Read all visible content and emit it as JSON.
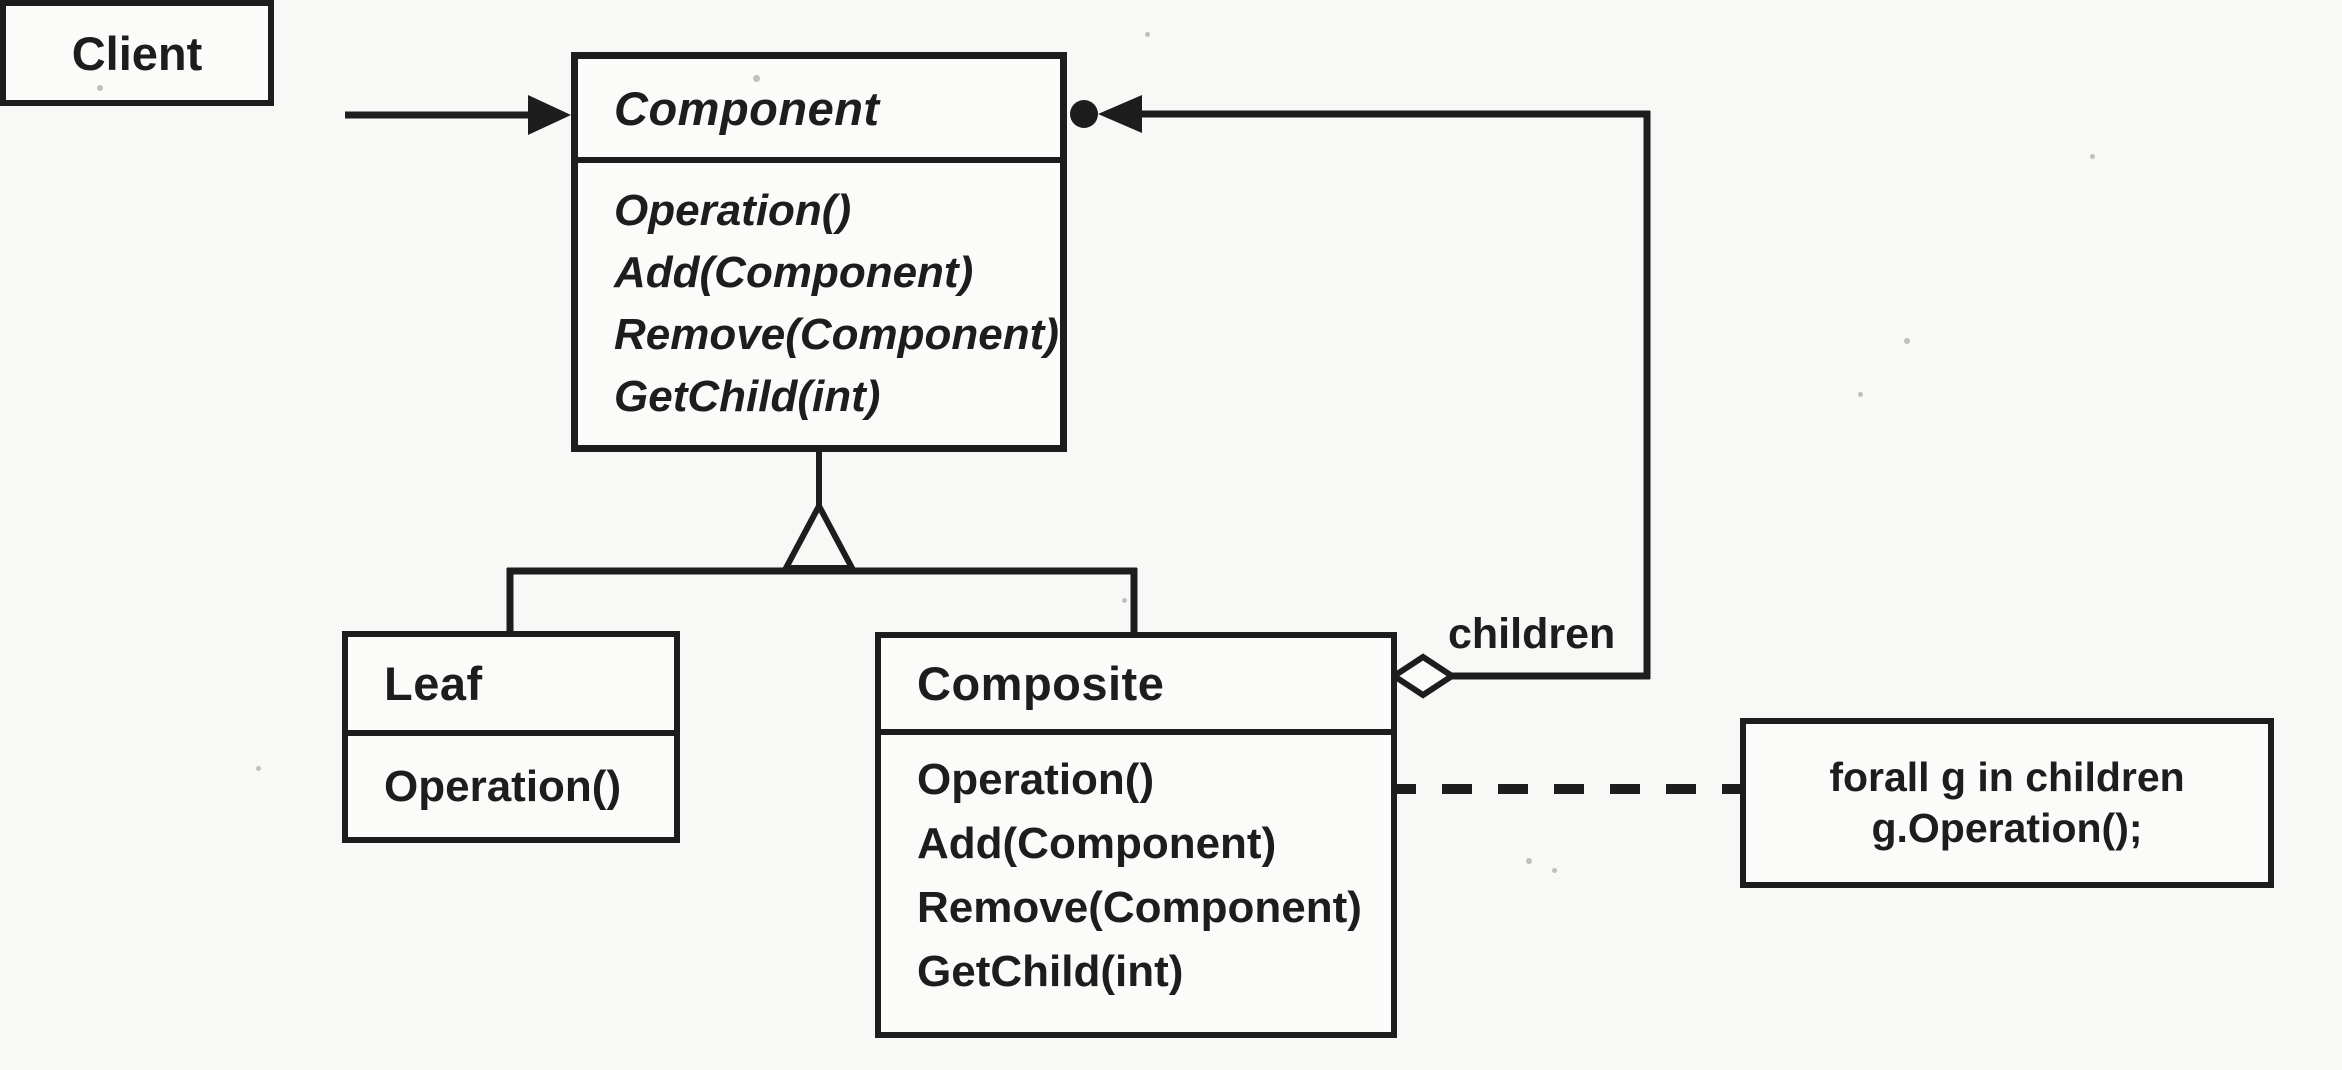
{
  "colors": {
    "paper": "#f8f8f6",
    "ink": "#1d1d1d"
  },
  "classes": {
    "client": {
      "title": "Client"
    },
    "component": {
      "title": "Component",
      "abstract": true,
      "methods": [
        "Operation()",
        "Add(Component)",
        "Remove(Component)",
        "GetChild(int)"
      ]
    },
    "leaf": {
      "title": "Leaf",
      "methods": [
        "Operation()"
      ]
    },
    "composite": {
      "title": "Composite",
      "methods": [
        "Operation()",
        "Add(Component)",
        "Remove(Component)",
        "GetChild(int)"
      ]
    }
  },
  "labels": {
    "children": "children"
  },
  "note": {
    "line1": "forall g in children",
    "line2": "g.Operation();"
  }
}
